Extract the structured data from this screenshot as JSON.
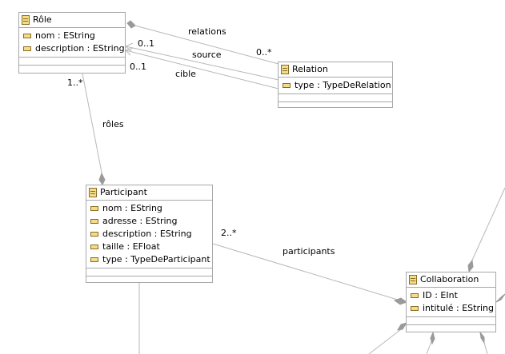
{
  "classes": {
    "role": {
      "name": "Rôle",
      "attributes": [
        "nom : EString",
        "description : EString"
      ]
    },
    "relation": {
      "name": "Relation",
      "attributes": [
        "type : TypeDeRelation"
      ]
    },
    "participant": {
      "name": "Participant",
      "attributes": [
        "nom : EString",
        "adresse : EString",
        "description : EString",
        "taille : EFloat",
        "type : TypeDeParticipant"
      ]
    },
    "collaboration": {
      "name": "Collaboration",
      "attributes": [
        "ID : EInt",
        "intitulé : EString"
      ]
    }
  },
  "edges": {
    "relations": {
      "label": "relations",
      "multiplicity": "0..*"
    },
    "source": {
      "label": "source",
      "multiplicity": "0..1"
    },
    "cible": {
      "label": "cible",
      "multiplicity": "0..1"
    },
    "roles": {
      "label": "rôles",
      "multiplicity": "1..*"
    },
    "participants": {
      "label": "participants",
      "multiplicity": "2..*"
    }
  },
  "colors": {
    "line": "#b8b8b8",
    "border": "#a8a8a8",
    "icon_fill": "#f3dc8a",
    "icon_stroke": "#8a6d22"
  }
}
